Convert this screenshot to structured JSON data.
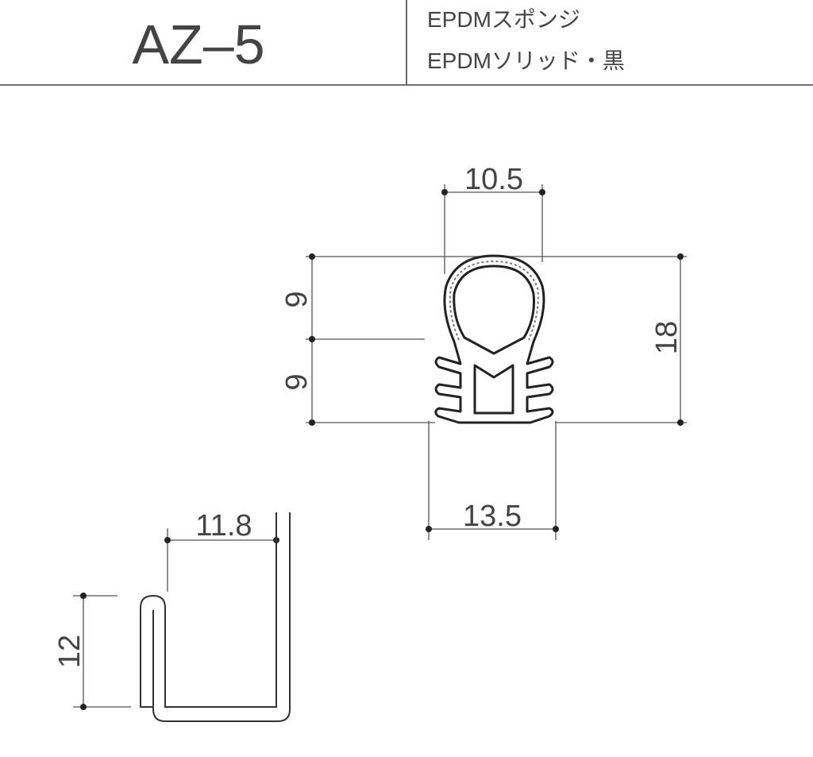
{
  "header": {
    "model": "AZ–5",
    "materials": [
      "EPDMスポンジ",
      "EPDMソリッド・黒"
    ]
  },
  "profile_dimensions": {
    "top_width": "10.5",
    "upper_height": "9",
    "lower_height": "9",
    "total_height": "18",
    "base_width": "13.5"
  },
  "mount_dimensions": {
    "width": "11.8",
    "height": "12"
  }
}
